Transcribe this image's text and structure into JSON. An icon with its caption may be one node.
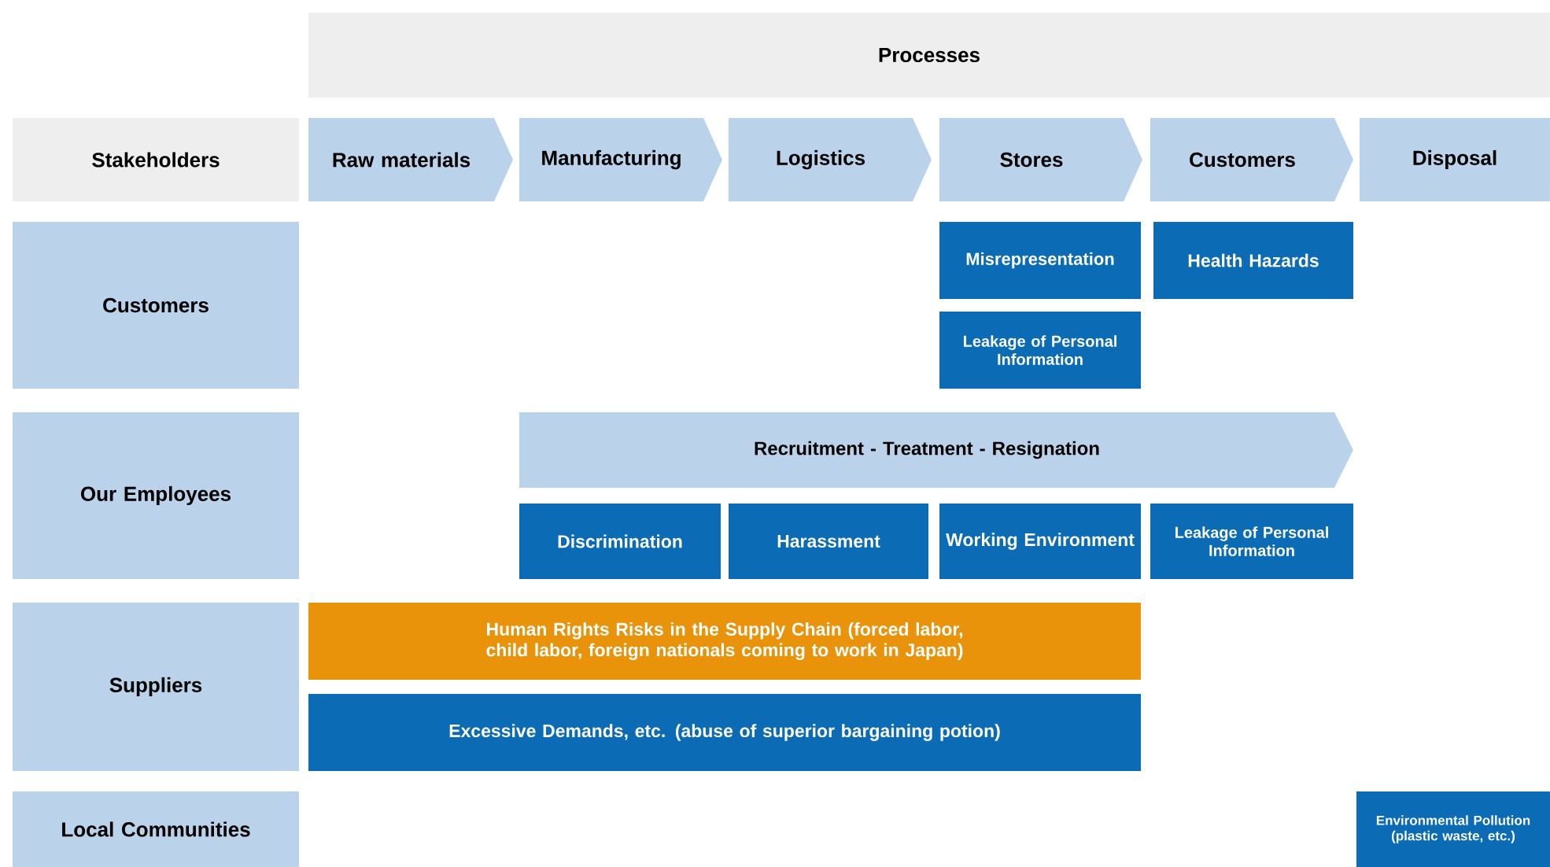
{
  "diagram": {
    "nodes": [
      {
        "text": [
          "Processes"
        ]
      },
      {
        "text": [
          "Stakeholders"
        ]
      },
      {
        "text": [
          "Raw materials"
        ]
      },
      {
        "text": [
          "Manufacturing"
        ]
      },
      {
        "text": [
          "Logistics"
        ]
      },
      {
        "text": [
          "Stores"
        ]
      },
      {
        "text": [
          "Customers"
        ]
      },
      {
        "text": [
          "Disposal"
        ]
      },
      {
        "text": [
          "Customers"
        ]
      },
      {
        "text": [
          "Misrepresentation"
        ]
      },
      {
        "text": [
          "Health Hazards"
        ]
      },
      {
        "text": [
          "Leakage of Personal Information"
        ]
      },
      {
        "text": [
          "Our Employees"
        ]
      },
      {
        "text": [
          "Recruitment - Treatment - Resignation"
        ]
      },
      {
        "text": [
          "Discrimination"
        ]
      },
      {
        "text": [
          "Harassment"
        ]
      },
      {
        "text": [
          "Working Environment"
        ]
      },
      {
        "text": [
          "Leakage of Personal Information"
        ]
      },
      {
        "text": [
          "Suppliers"
        ]
      },
      {
        "text": [
          "Human Rights Risks in the Supply Chain (forced labor, child labor, foreign nationals coming to work in Japan)"
        ]
      },
      {
        "text": [
          "Excessive Demands, etc. (abuse of superior bargaining potion)"
        ]
      },
      {
        "text": [
          "Local Communities"
        ]
      },
      {
        "text": [
          "Environmental Pollution (plastic waste, etc.)"
        ]
      }
    ]
  }
}
